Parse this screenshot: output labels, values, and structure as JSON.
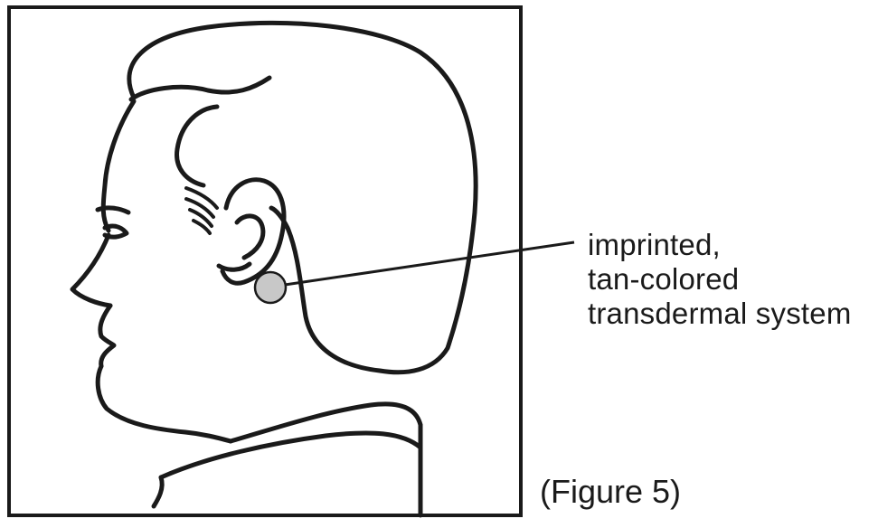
{
  "figure": {
    "callout_lines": [
      "imprinted,",
      "tan-colored",
      "transdermal system"
    ],
    "caption": "(Figure 5)",
    "patch_color": "#c8c8c8",
    "stroke_color": "#1a1a1a",
    "icons": [
      "head-profile-icon",
      "ear-icon",
      "patch-icon"
    ]
  }
}
